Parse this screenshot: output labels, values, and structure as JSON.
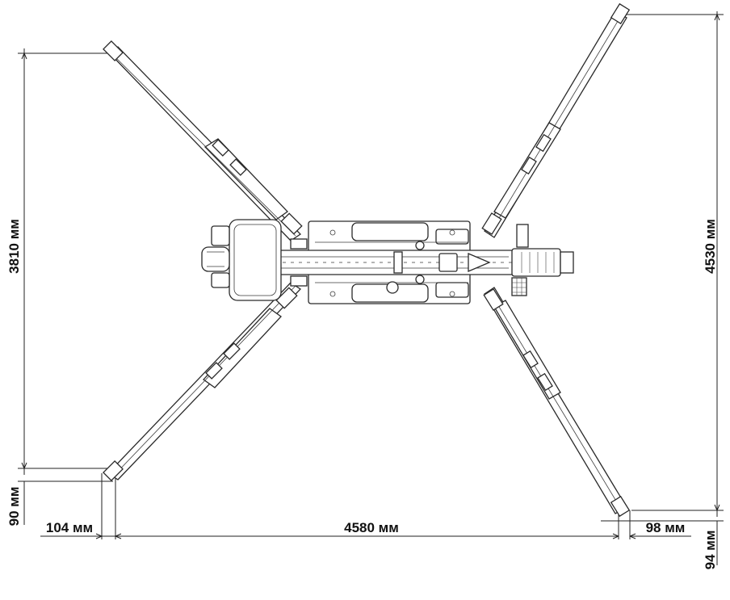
{
  "dimensions": {
    "left_height": "3810 мм",
    "right_height": "4530 мм",
    "bottom_width": "4580 мм",
    "left_offset_horizontal": "104 мм",
    "right_offset_horizontal": "98 мм",
    "left_offset_vertical": "90 мм",
    "right_offset_vertical": "94 мм"
  },
  "colors": {
    "line": "#222222",
    "background": "#ffffff"
  }
}
